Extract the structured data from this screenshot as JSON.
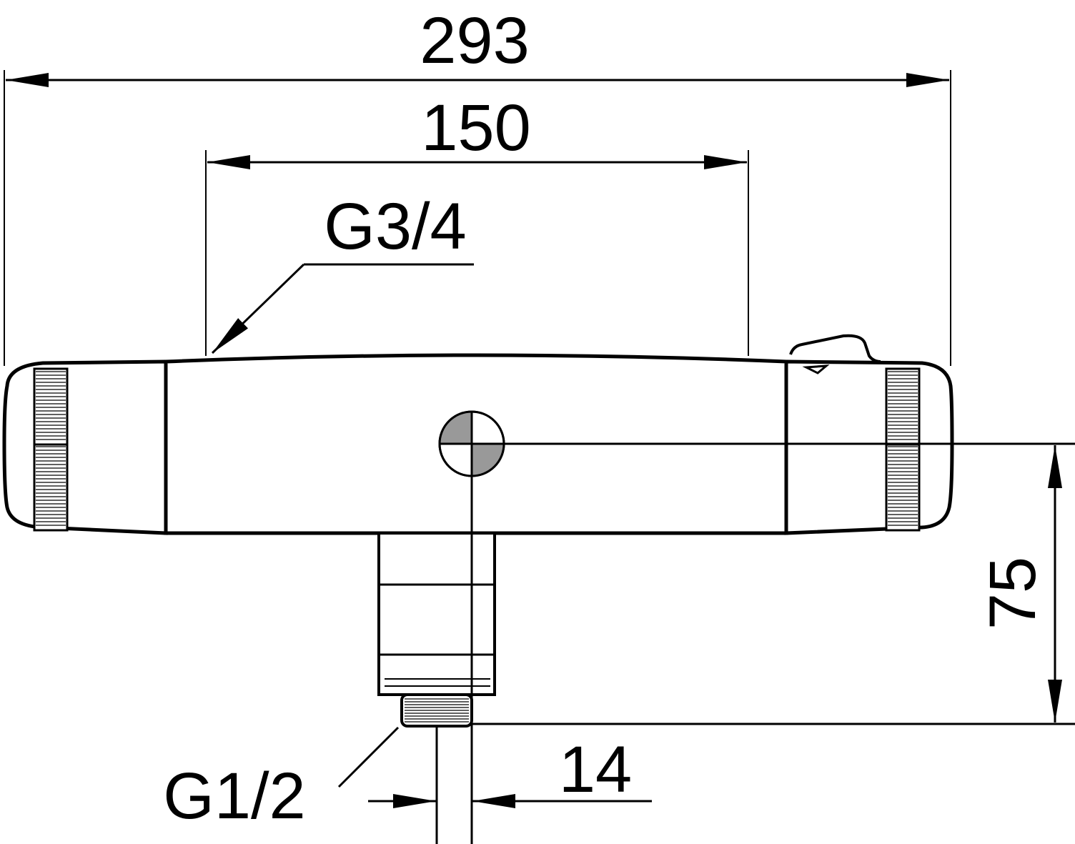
{
  "dimensions": {
    "overall_width": "293",
    "inlet_spacing": "150",
    "inlet_thread": "G3/4",
    "height": "75",
    "outlet_thread": "G1/2",
    "outlet_offset": "14"
  },
  "colors": {
    "line": "#000000",
    "background": "#ffffff",
    "marker_fill": "#999999"
  }
}
